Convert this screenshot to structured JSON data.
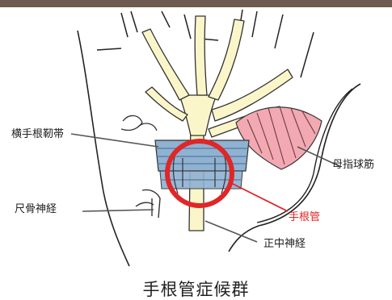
{
  "title": "手根管症候群",
  "labels": {
    "transverse_carpal_ligament": "横手根靭帯",
    "thenar_muscles": "母指球筋",
    "carpal_tunnel": "手根管",
    "ulnar_nerve": "尺骨神経",
    "median_nerve": "正中神経"
  },
  "colors": {
    "nerve_fill": "#FBF6C9",
    "ligament_fill": "#8FB1D2",
    "muscle_fill": "#F2A9B2",
    "highlight_circle": "#E02626",
    "highlight_label": "#E02626",
    "outline": "#333333",
    "leader_line": "#555555"
  }
}
